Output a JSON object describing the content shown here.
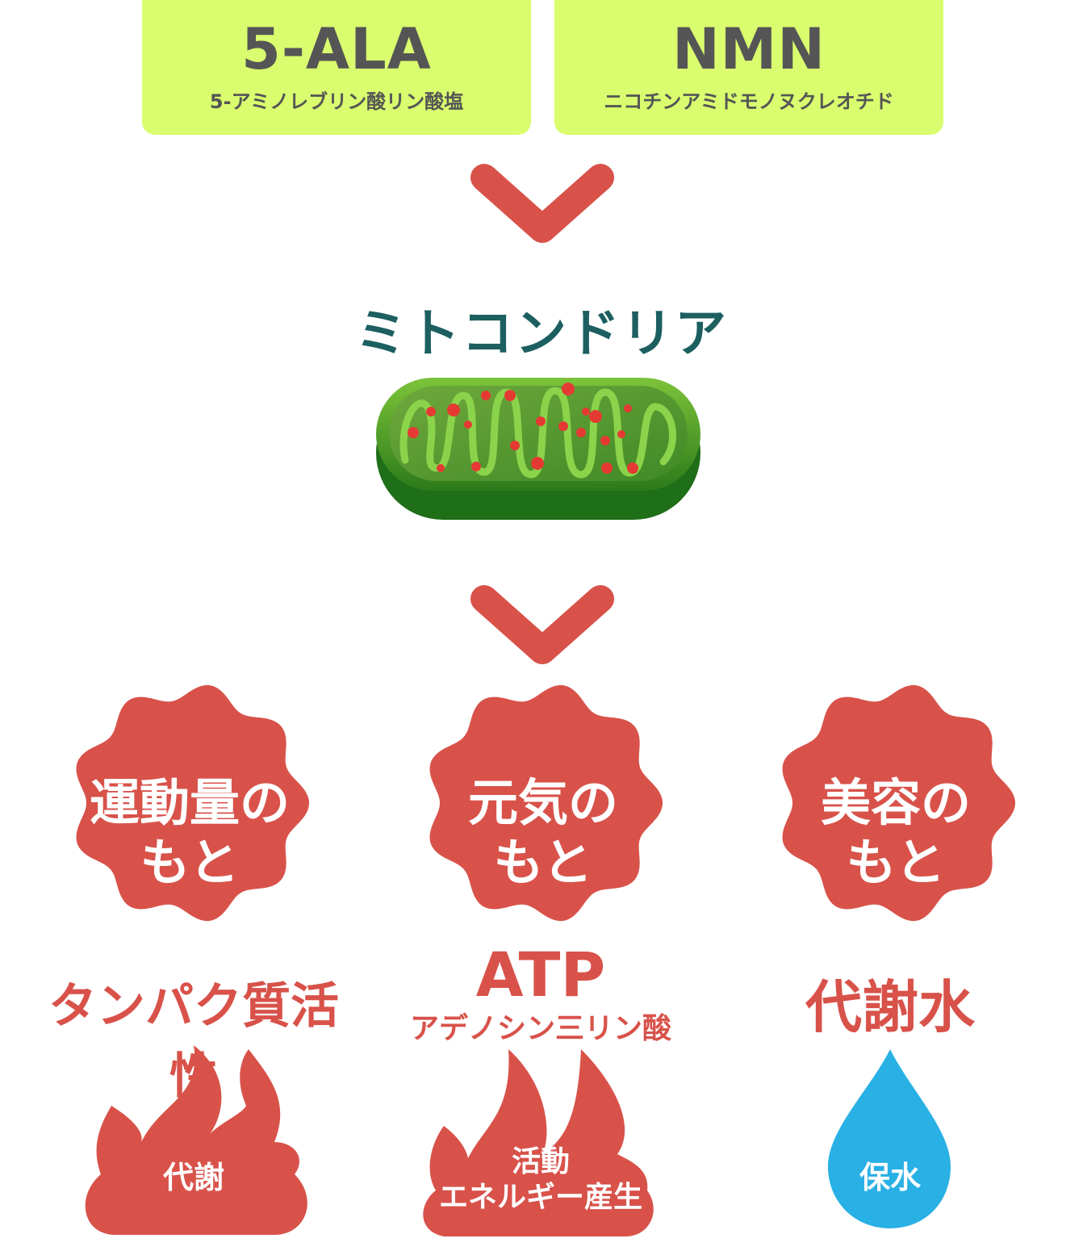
{
  "top_boxes": [
    {
      "title": "5-ALA",
      "subtitle": "5-アミノレブリン酸リン酸塩"
    },
    {
      "title": "NMN",
      "subtitle": "ニコチンアミドモノヌクレオチド"
    }
  ],
  "mitochondria": {
    "title": "ミトコンドリア"
  },
  "badges": [
    {
      "line1": "運動量の",
      "line2": "もと"
    },
    {
      "line1": "元気の",
      "line2": "もと"
    },
    {
      "line1": "美容の",
      "line2": "もと"
    }
  ],
  "outputs": [
    {
      "main": "タンパク質活性",
      "sub": ""
    },
    {
      "main": "ATP",
      "sub": "アデノシン三リン酸"
    },
    {
      "main": "代謝水",
      "sub": ""
    }
  ],
  "icons": [
    {
      "name": "flame-icon",
      "line1": "代謝",
      "line2": ""
    },
    {
      "name": "flame-icon",
      "line1": "活動",
      "line2": "エネルギー産生"
    },
    {
      "name": "water-drop-icon",
      "line1": "保水",
      "line2": ""
    }
  ],
  "colors": {
    "box_bg": "#d9fd6e",
    "accent_red": "#d8524a",
    "teal_title": "#1d5f60",
    "water_blue": "#29b0e5",
    "mito_green": "#4f9a2c"
  }
}
